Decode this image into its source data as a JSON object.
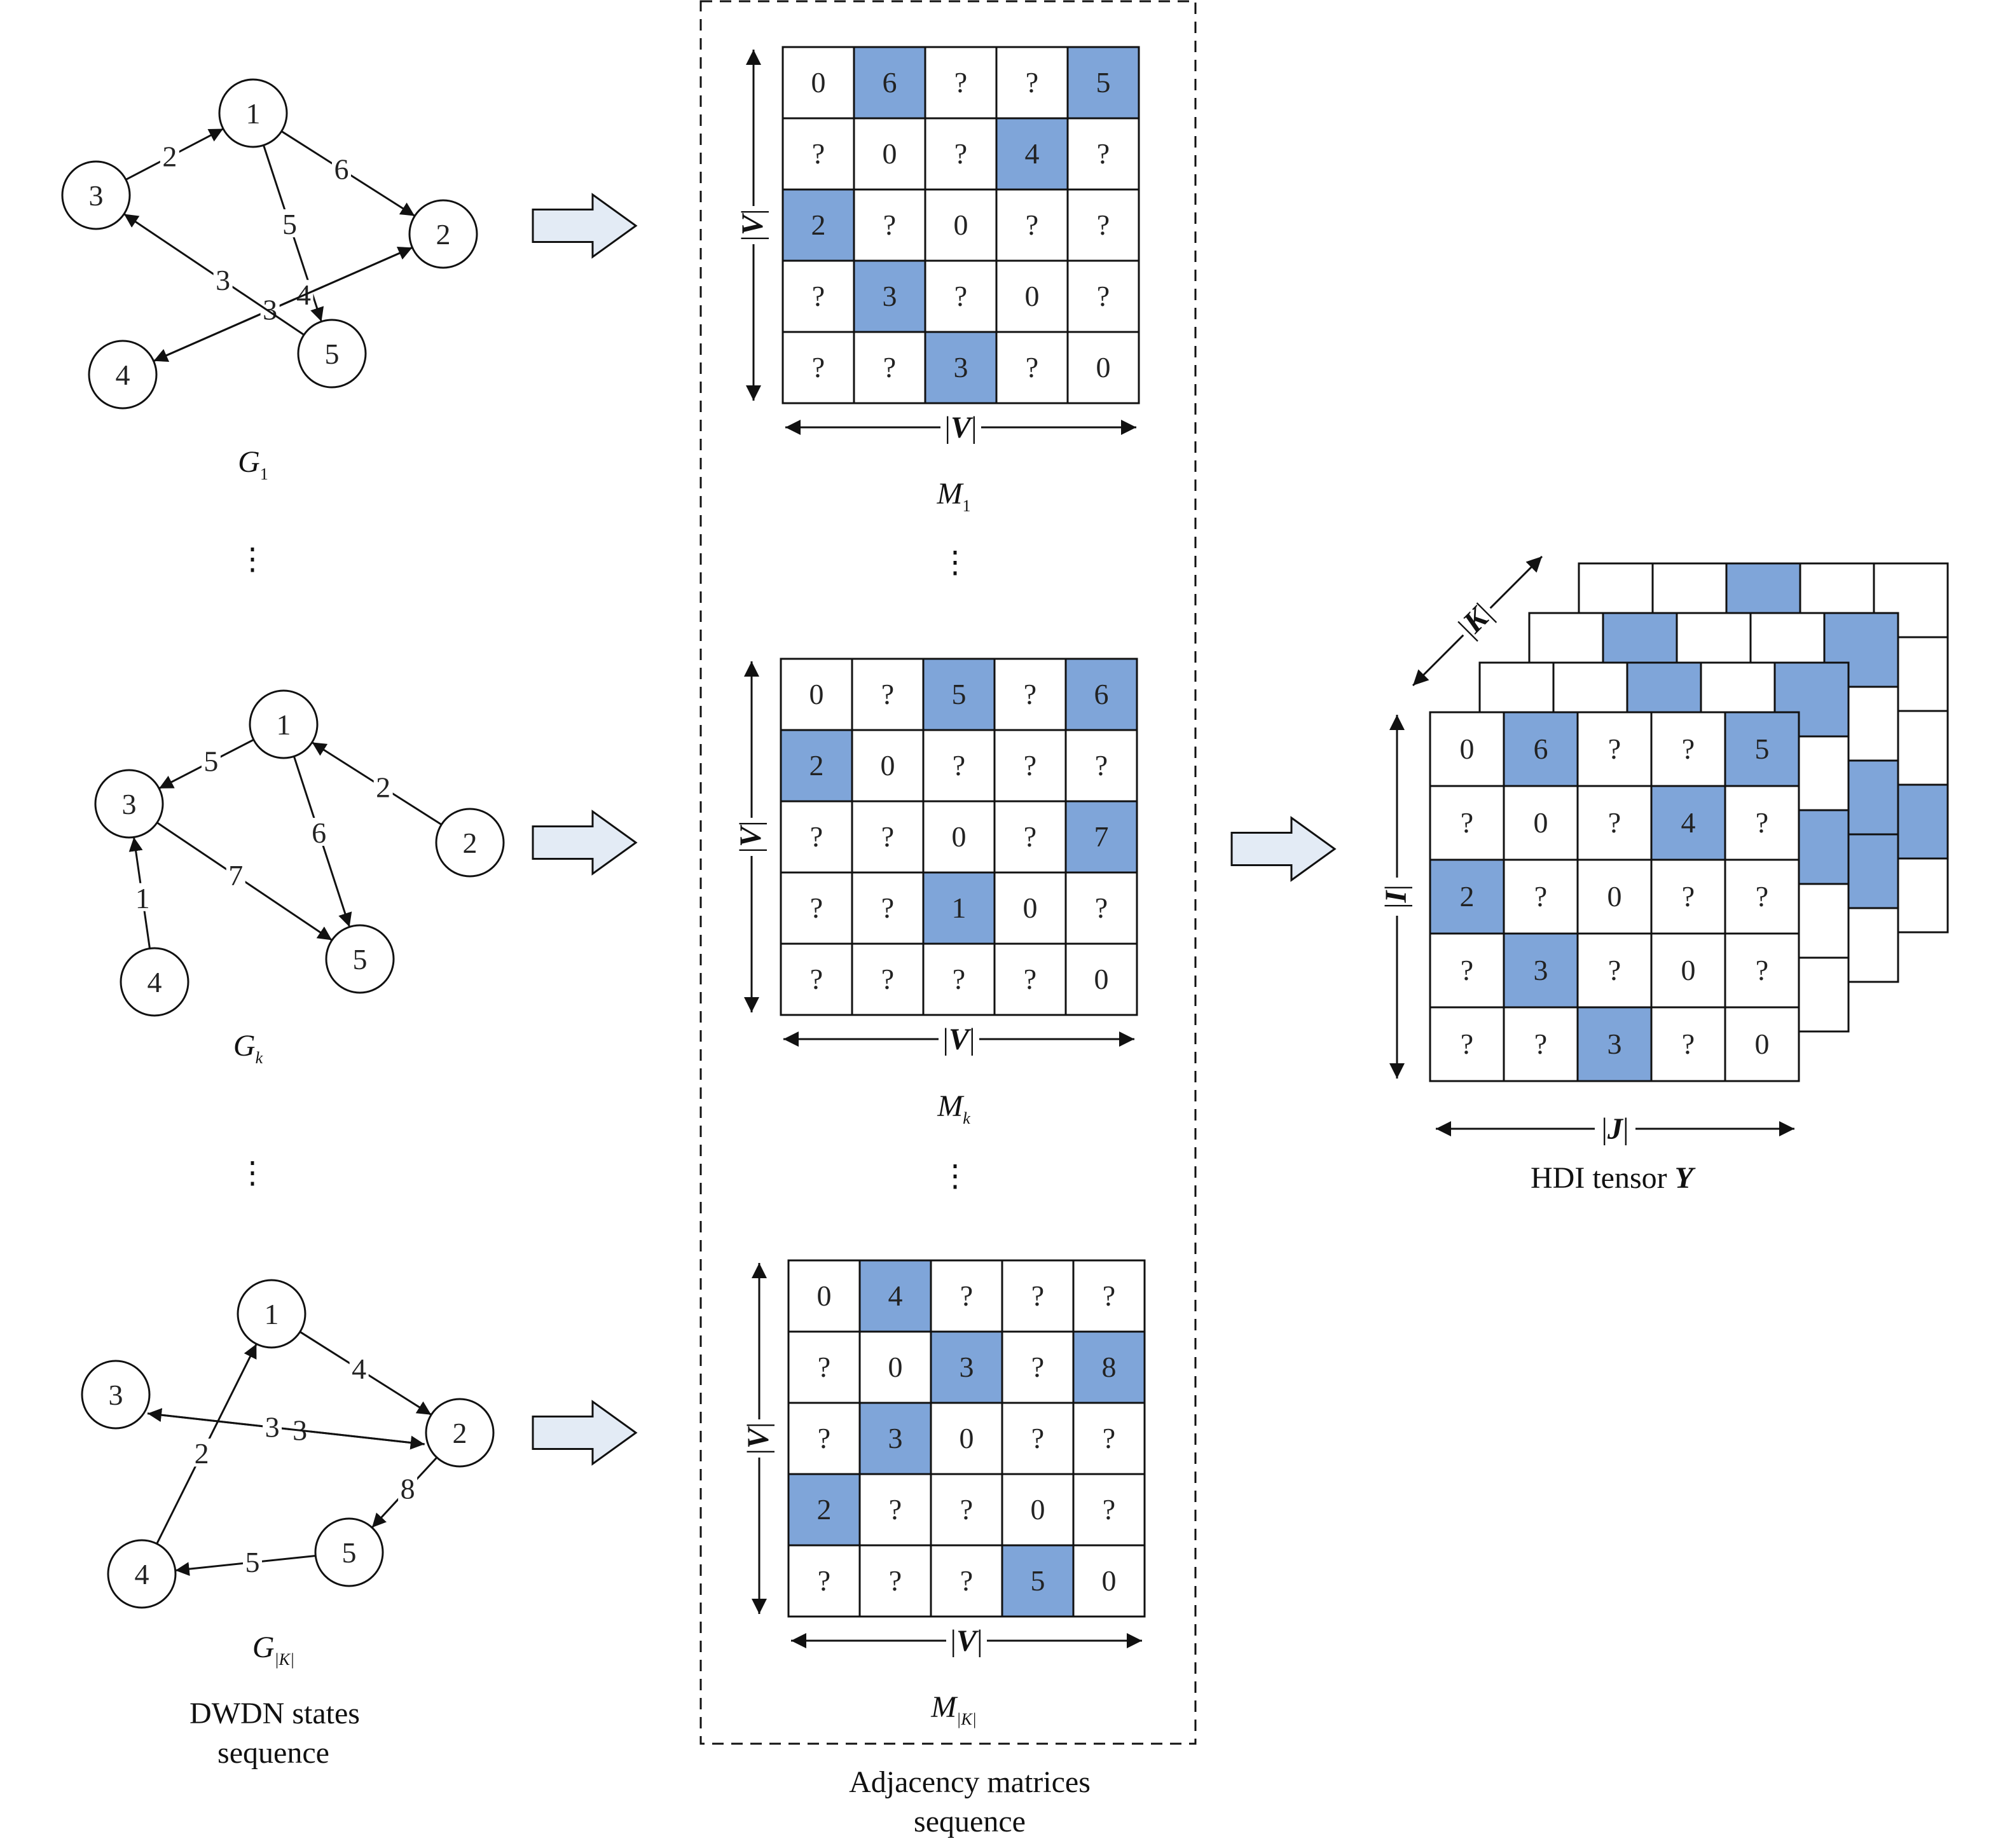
{
  "colors": {
    "highlight": "#7fa5d9",
    "arrow_fill": "#e3ebf5",
    "line": "#111111"
  },
  "graphs": [
    {
      "id": "g1",
      "label_base": "G",
      "label_sub": "1",
      "nodes": [
        "1",
        "2",
        "3",
        "4",
        "5"
      ],
      "edges": [
        {
          "from": "3",
          "to": "1",
          "w": "2"
        },
        {
          "from": "1",
          "to": "2",
          "w": "6"
        },
        {
          "from": "1",
          "to": "5",
          "w": "5"
        },
        {
          "from": "2",
          "to": "4",
          "w": "4"
        },
        {
          "from": "4",
          "to": "2",
          "w": "3"
        },
        {
          "from": "5",
          "to": "3",
          "w": "3"
        }
      ]
    },
    {
      "id": "gk",
      "label_base": "G",
      "label_sub": "k",
      "nodes": [
        "1",
        "2",
        "3",
        "4",
        "5"
      ],
      "edges": [
        {
          "from": "1",
          "to": "3",
          "w": "5"
        },
        {
          "from": "2",
          "to": "1",
          "w": "2"
        },
        {
          "from": "1",
          "to": "5",
          "w": "6"
        },
        {
          "from": "3",
          "to": "5",
          "w": "7"
        },
        {
          "from": "4",
          "to": "3",
          "w": "1"
        }
      ]
    },
    {
      "id": "gK",
      "label_base": "G",
      "label_sub": "|K|",
      "nodes": [
        "1",
        "2",
        "3",
        "4",
        "5"
      ],
      "edges": [
        {
          "from": "1",
          "to": "2",
          "w": "4"
        },
        {
          "from": "2",
          "to": "3",
          "w": "3"
        },
        {
          "from": "3",
          "to": "2",
          "w": "3"
        },
        {
          "from": "4",
          "to": "1",
          "w": "2"
        },
        {
          "from": "2",
          "to": "5",
          "w": "8"
        },
        {
          "from": "5",
          "to": "4",
          "w": "5"
        }
      ]
    }
  ],
  "left_caption": [
    "DWDN states",
    "sequence"
  ],
  "middle_caption": [
    "Adjacency matrices",
    "sequence"
  ],
  "ellipsis": "⋮",
  "matrices": [
    {
      "id": "m1",
      "label_base": "M",
      "label_sub": "1",
      "axis_label": "|V|",
      "cells": [
        [
          "0",
          "6",
          "?",
          "?",
          "5"
        ],
        [
          "?",
          "0",
          "?",
          "4",
          "?"
        ],
        [
          "2",
          "?",
          "0",
          "?",
          "?"
        ],
        [
          "?",
          "3",
          "?",
          "0",
          "?"
        ],
        [
          "?",
          "?",
          "3",
          "?",
          "0"
        ]
      ],
      "highlight": [
        [
          0,
          1
        ],
        [
          0,
          4
        ],
        [
          1,
          3
        ],
        [
          2,
          0
        ],
        [
          3,
          1
        ],
        [
          4,
          2
        ]
      ]
    },
    {
      "id": "mk",
      "label_base": "M",
      "label_sub": "k",
      "axis_label": "|V|",
      "cells": [
        [
          "0",
          "?",
          "5",
          "?",
          "6"
        ],
        [
          "2",
          "0",
          "?",
          "?",
          "?"
        ],
        [
          "?",
          "?",
          "0",
          "?",
          "7"
        ],
        [
          "?",
          "?",
          "1",
          "0",
          "?"
        ],
        [
          "?",
          "?",
          "?",
          "?",
          "0"
        ]
      ],
      "highlight": [
        [
          0,
          2
        ],
        [
          0,
          4
        ],
        [
          1,
          0
        ],
        [
          2,
          4
        ],
        [
          3,
          2
        ]
      ]
    },
    {
      "id": "mK",
      "label_base": "M",
      "label_sub": "|K|",
      "axis_label": "|V|",
      "cells": [
        [
          "0",
          "4",
          "?",
          "?",
          "?"
        ],
        [
          "?",
          "0",
          "3",
          "?",
          "8"
        ],
        [
          "?",
          "3",
          "0",
          "?",
          "?"
        ],
        [
          "2",
          "?",
          "?",
          "0",
          "?"
        ],
        [
          "?",
          "?",
          "?",
          "5",
          "0"
        ]
      ],
      "highlight": [
        [
          0,
          1
        ],
        [
          1,
          2
        ],
        [
          1,
          4
        ],
        [
          2,
          1
        ],
        [
          3,
          0
        ],
        [
          4,
          3
        ]
      ]
    }
  ],
  "tensor": {
    "cells": [
      [
        "0",
        "6",
        "?",
        "?",
        "5"
      ],
      [
        "?",
        "0",
        "?",
        "4",
        "?"
      ],
      [
        "2",
        "?",
        "0",
        "?",
        "?"
      ],
      [
        "?",
        "3",
        "?",
        "0",
        "?"
      ],
      [
        "?",
        "?",
        "3",
        "?",
        "0"
      ]
    ],
    "highlight": [
      [
        0,
        1
      ],
      [
        0,
        4
      ],
      [
        1,
        3
      ],
      [
        2,
        0
      ],
      [
        3,
        1
      ],
      [
        4,
        2
      ]
    ],
    "back_layers": [
      {
        "highlight": [
          [
            0,
            2
          ],
          [
            0,
            4
          ],
          [
            1,
            0
          ],
          [
            2,
            4
          ],
          [
            3,
            2
          ]
        ]
      },
      {
        "highlight": [
          [
            0,
            1
          ],
          [
            0,
            4
          ],
          [
            2,
            4
          ],
          [
            3,
            4
          ]
        ]
      },
      {
        "highlight": [
          [
            0,
            2
          ],
          [
            3,
            4
          ]
        ]
      }
    ],
    "axis_i": "|I|",
    "axis_j": "|J|",
    "axis_k": "|K|",
    "caption_text": "HDI tensor ",
    "caption_symbol": "Y"
  }
}
